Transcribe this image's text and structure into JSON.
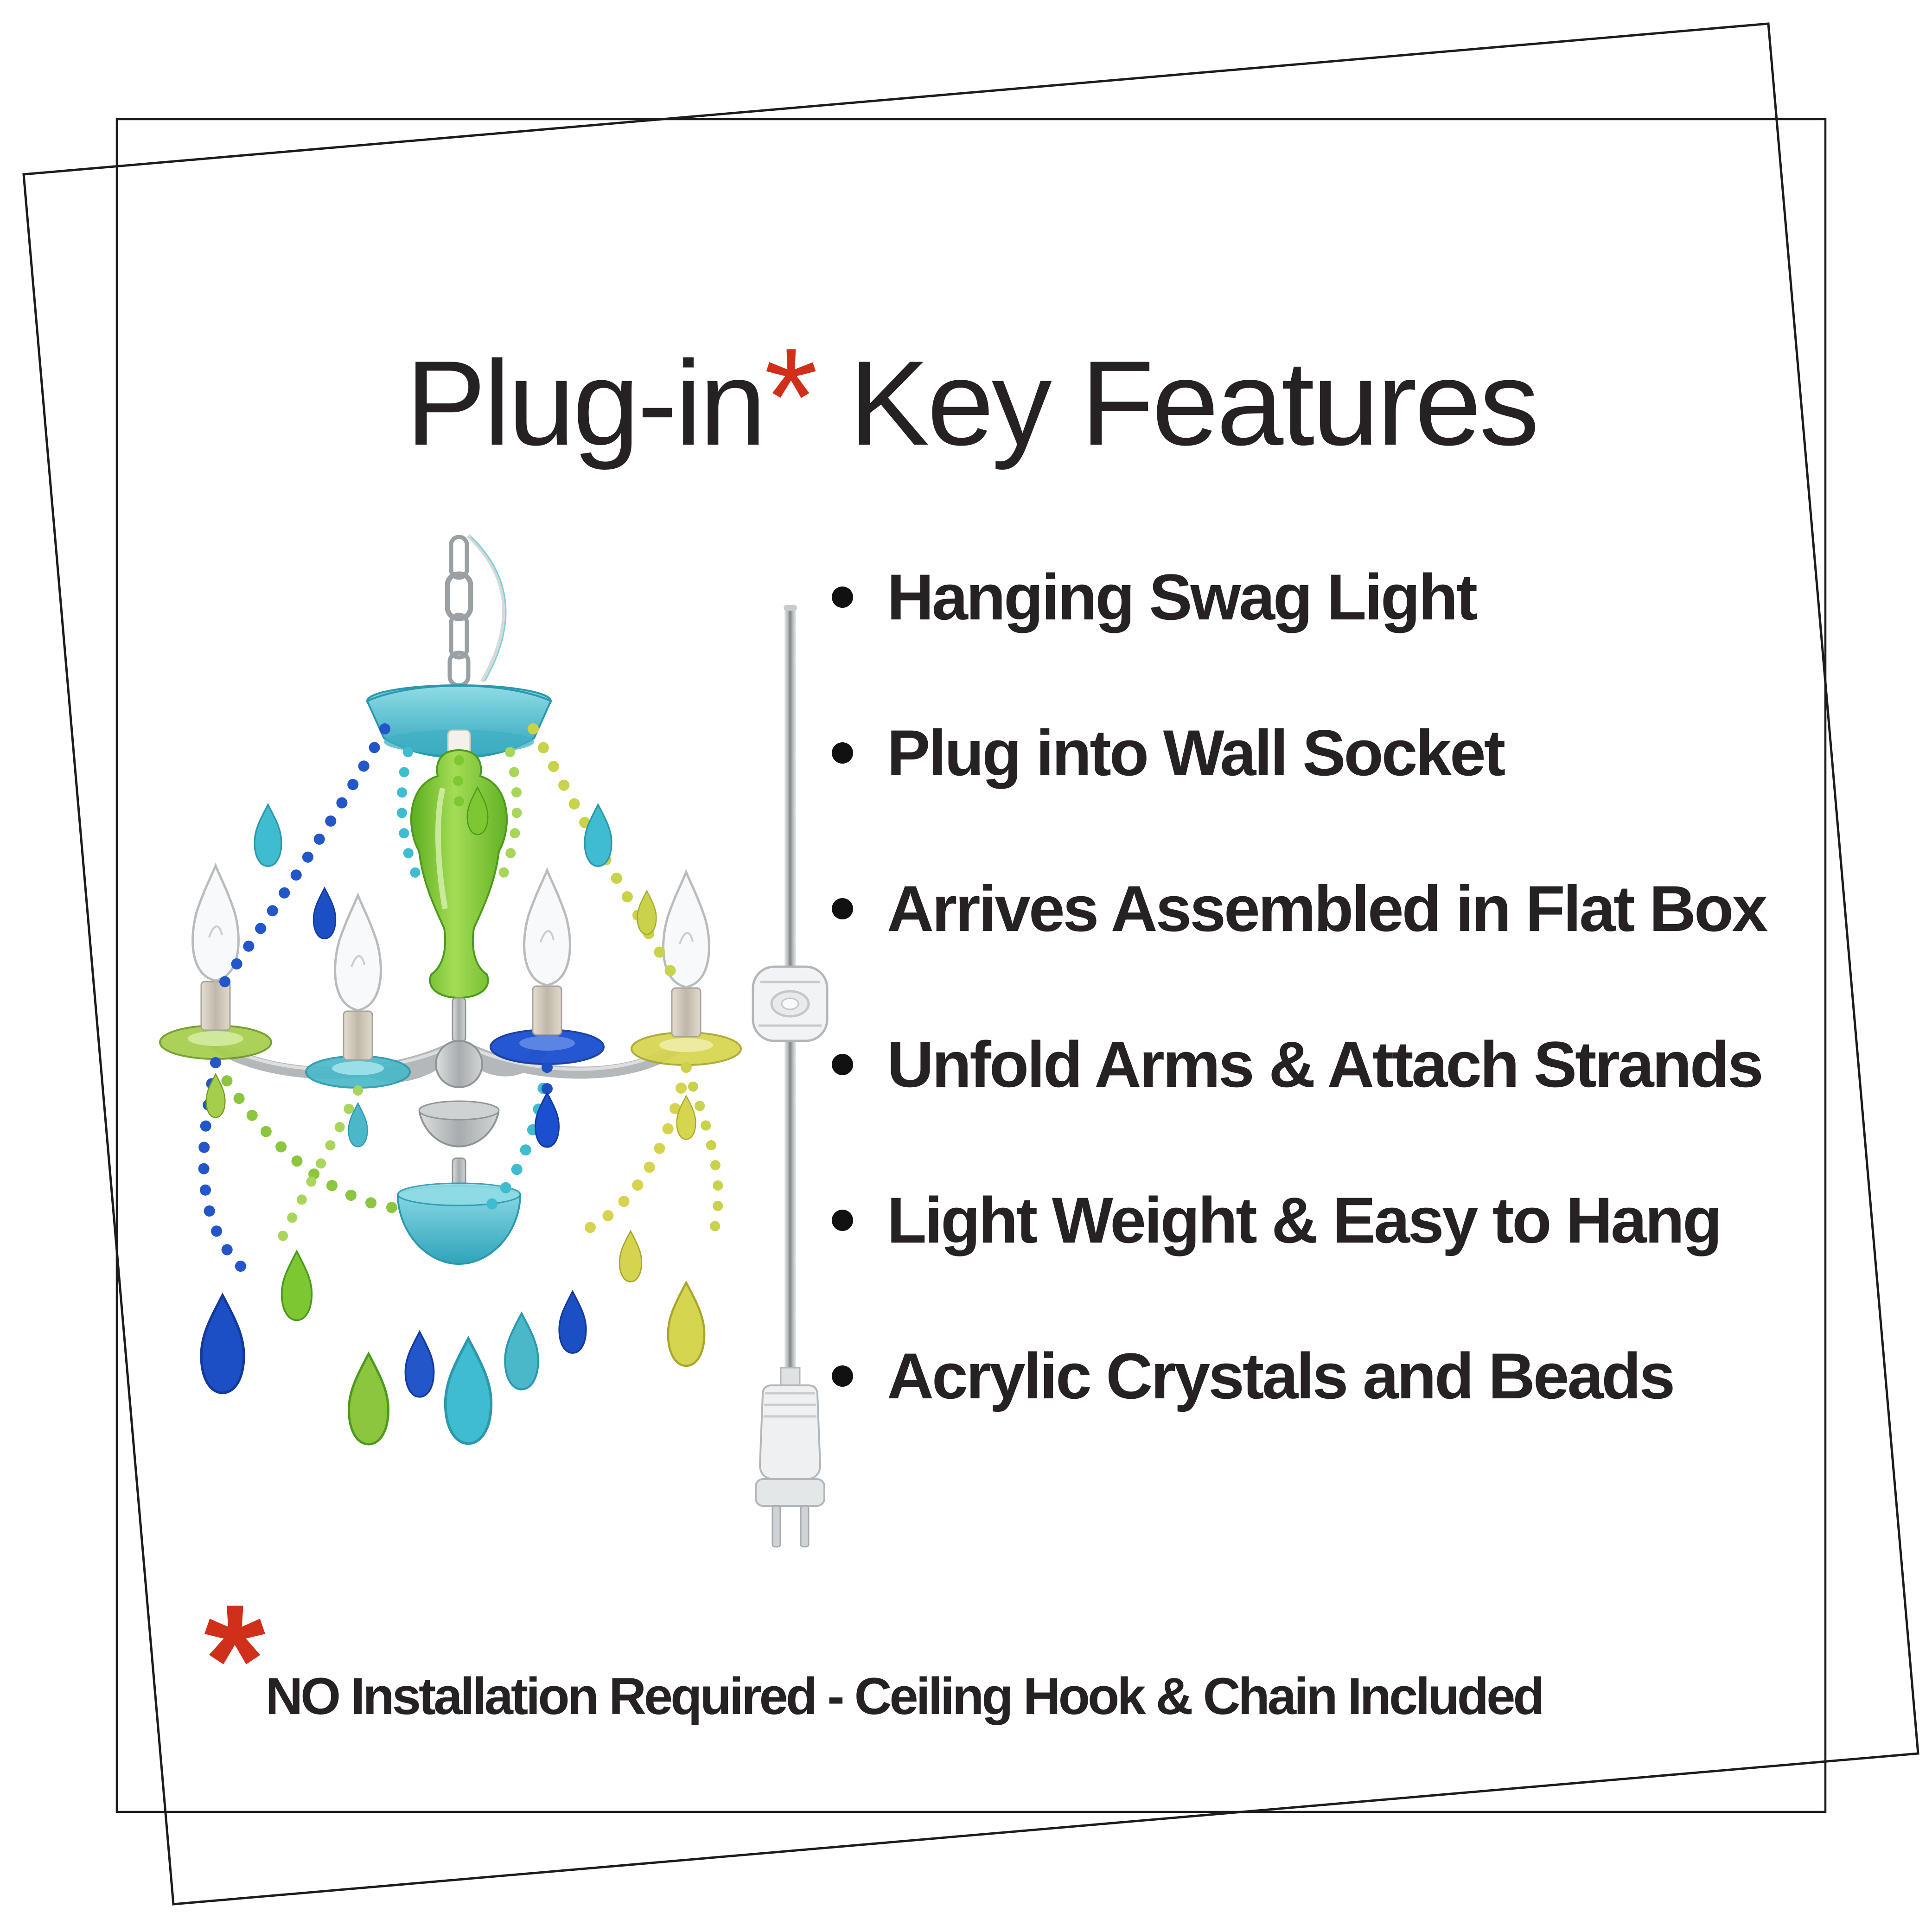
{
  "title": {
    "before": "Plug-in",
    "asterisk": "*",
    "after": " Key Features"
  },
  "features": {
    "bullet_glyph": "•",
    "items": [
      "Hanging Swag Light",
      "Plug into Wall Socket",
      "Arrives Assembled in Flat Box",
      "Unfold Arms & Attach Strands",
      "Light Weight & Easy to Hang",
      "Acrylic Crystals and Beads"
    ]
  },
  "footnote": {
    "asterisk": "*",
    "text": "NO Installation Required - Ceiling Hook & Chain Included"
  },
  "colors": {
    "accent_red": "#d0301a",
    "text": "#262223",
    "bullet": "#111111",
    "frame": "#1c1c1c",
    "teal": "#3fbcd0",
    "green": "#7dc832",
    "blue": "#1c4fc4",
    "yellow": "#d6d44f",
    "silver": "#b9bdc0"
  }
}
